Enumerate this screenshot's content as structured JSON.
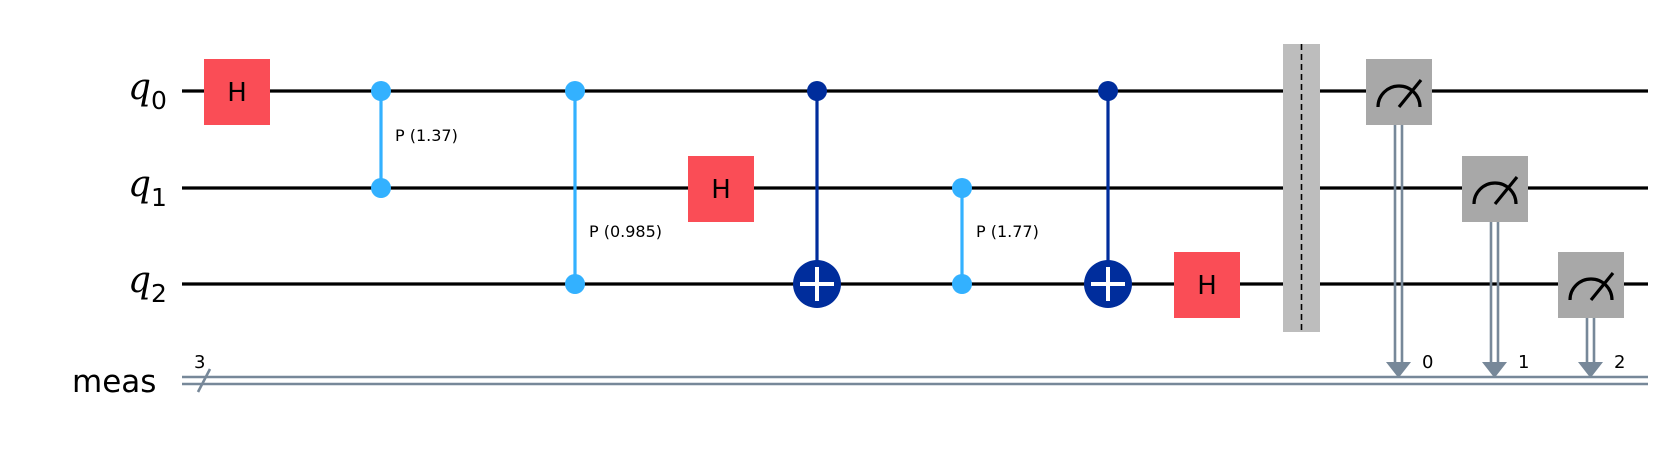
{
  "circuit": {
    "qubits": [
      {
        "name": "q",
        "index": "0"
      },
      {
        "name": "q",
        "index": "1"
      },
      {
        "name": "q",
        "index": "2"
      }
    ],
    "classical_register": {
      "name": "meas",
      "size": "3"
    },
    "gates": [
      {
        "type": "H",
        "label": "H",
        "qubit": 0,
        "column": 1
      },
      {
        "type": "CP",
        "label": "P (1.37)",
        "qubits": [
          0,
          1
        ],
        "column": 2
      },
      {
        "type": "CP",
        "label": "P (0.985)",
        "qubits": [
          0,
          2
        ],
        "column": 3
      },
      {
        "type": "H",
        "label": "H",
        "qubit": 1,
        "column": 4
      },
      {
        "type": "CX",
        "control": 0,
        "target": 2,
        "column": 5
      },
      {
        "type": "CP",
        "label": "P (1.77)",
        "qubits": [
          1,
          2
        ],
        "column": 6
      },
      {
        "type": "CX",
        "control": 0,
        "target": 2,
        "column": 7
      },
      {
        "type": "H",
        "label": "H",
        "qubit": 2,
        "column": 8
      },
      {
        "type": "barrier",
        "qubits": [
          0,
          1,
          2
        ],
        "column": 9
      },
      {
        "type": "measure",
        "qubit": 0,
        "clbit": "0",
        "column": 10
      },
      {
        "type": "measure",
        "qubit": 1,
        "clbit": "1",
        "column": 11
      },
      {
        "type": "measure",
        "qubit": 2,
        "clbit": "2",
        "column": 12
      }
    ],
    "colors": {
      "h_gate": "#fa4d56",
      "cphase": "#33b1ff",
      "cnot": "#002d9c",
      "measure": "#a8a8a8",
      "barrier": "#bdbdbd",
      "classical_wire": "#778899"
    }
  }
}
